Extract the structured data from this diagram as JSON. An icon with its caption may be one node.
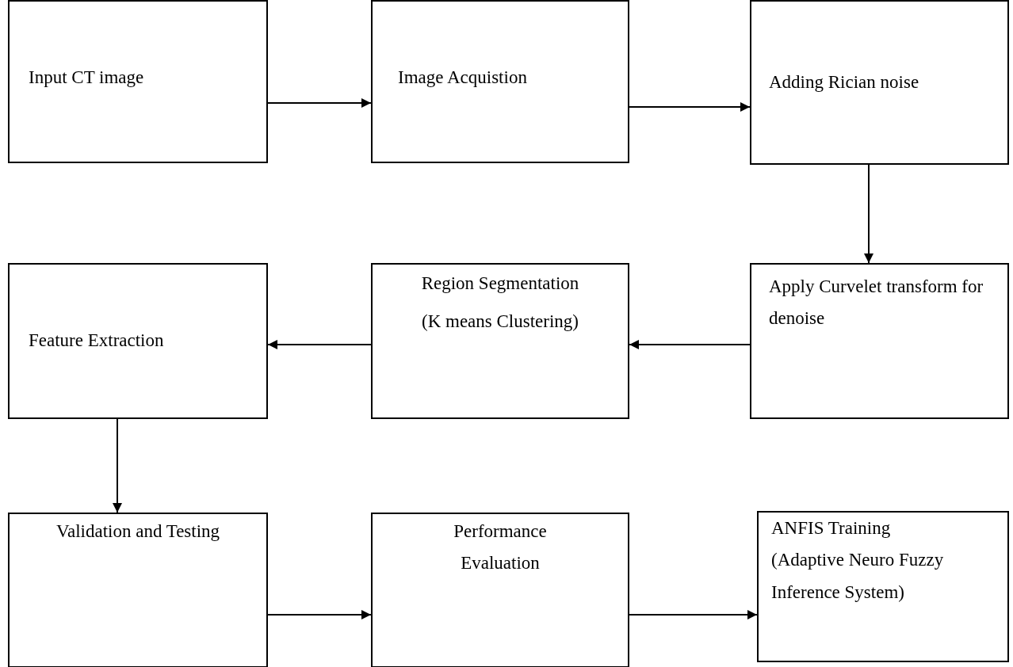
{
  "diagram": {
    "nodes": [
      {
        "text": [
          "Input CT image"
        ]
      },
      {
        "text": [
          "Image Acquistion"
        ]
      },
      {
        "text": [
          "Adding Rician noise"
        ]
      },
      {
        "text": [
          "Apply Curvelet transform for denoise"
        ]
      },
      {
        "text": [
          "Region Segmentation",
          "(K means Clustering)"
        ]
      },
      {
        "text": [
          "Feature Extraction"
        ]
      },
      {
        "text": [
          "Validation and Testing"
        ]
      },
      {
        "text": [
          "Performance Evaluation"
        ]
      },
      {
        "text": [
          "ANFIS Training (Adaptive Neuro Fuzzy Inference System)"
        ]
      }
    ],
    "edges": [
      {
        "from": 0,
        "to": 1,
        "arrow": "to"
      },
      {
        "from": 1,
        "to": 2,
        "arrow": "to"
      },
      {
        "from": 2,
        "to": 3,
        "arrow": "to"
      },
      {
        "from": 3,
        "to": 4,
        "arrow": "to"
      },
      {
        "from": 4,
        "to": 5,
        "arrow": "to"
      },
      {
        "from": 5,
        "to": 6,
        "arrow": "to"
      },
      {
        "from": 6,
        "to": 7,
        "arrow": "to"
      },
      {
        "from": 7,
        "to": 8,
        "arrow": "to"
      }
    ]
  }
}
